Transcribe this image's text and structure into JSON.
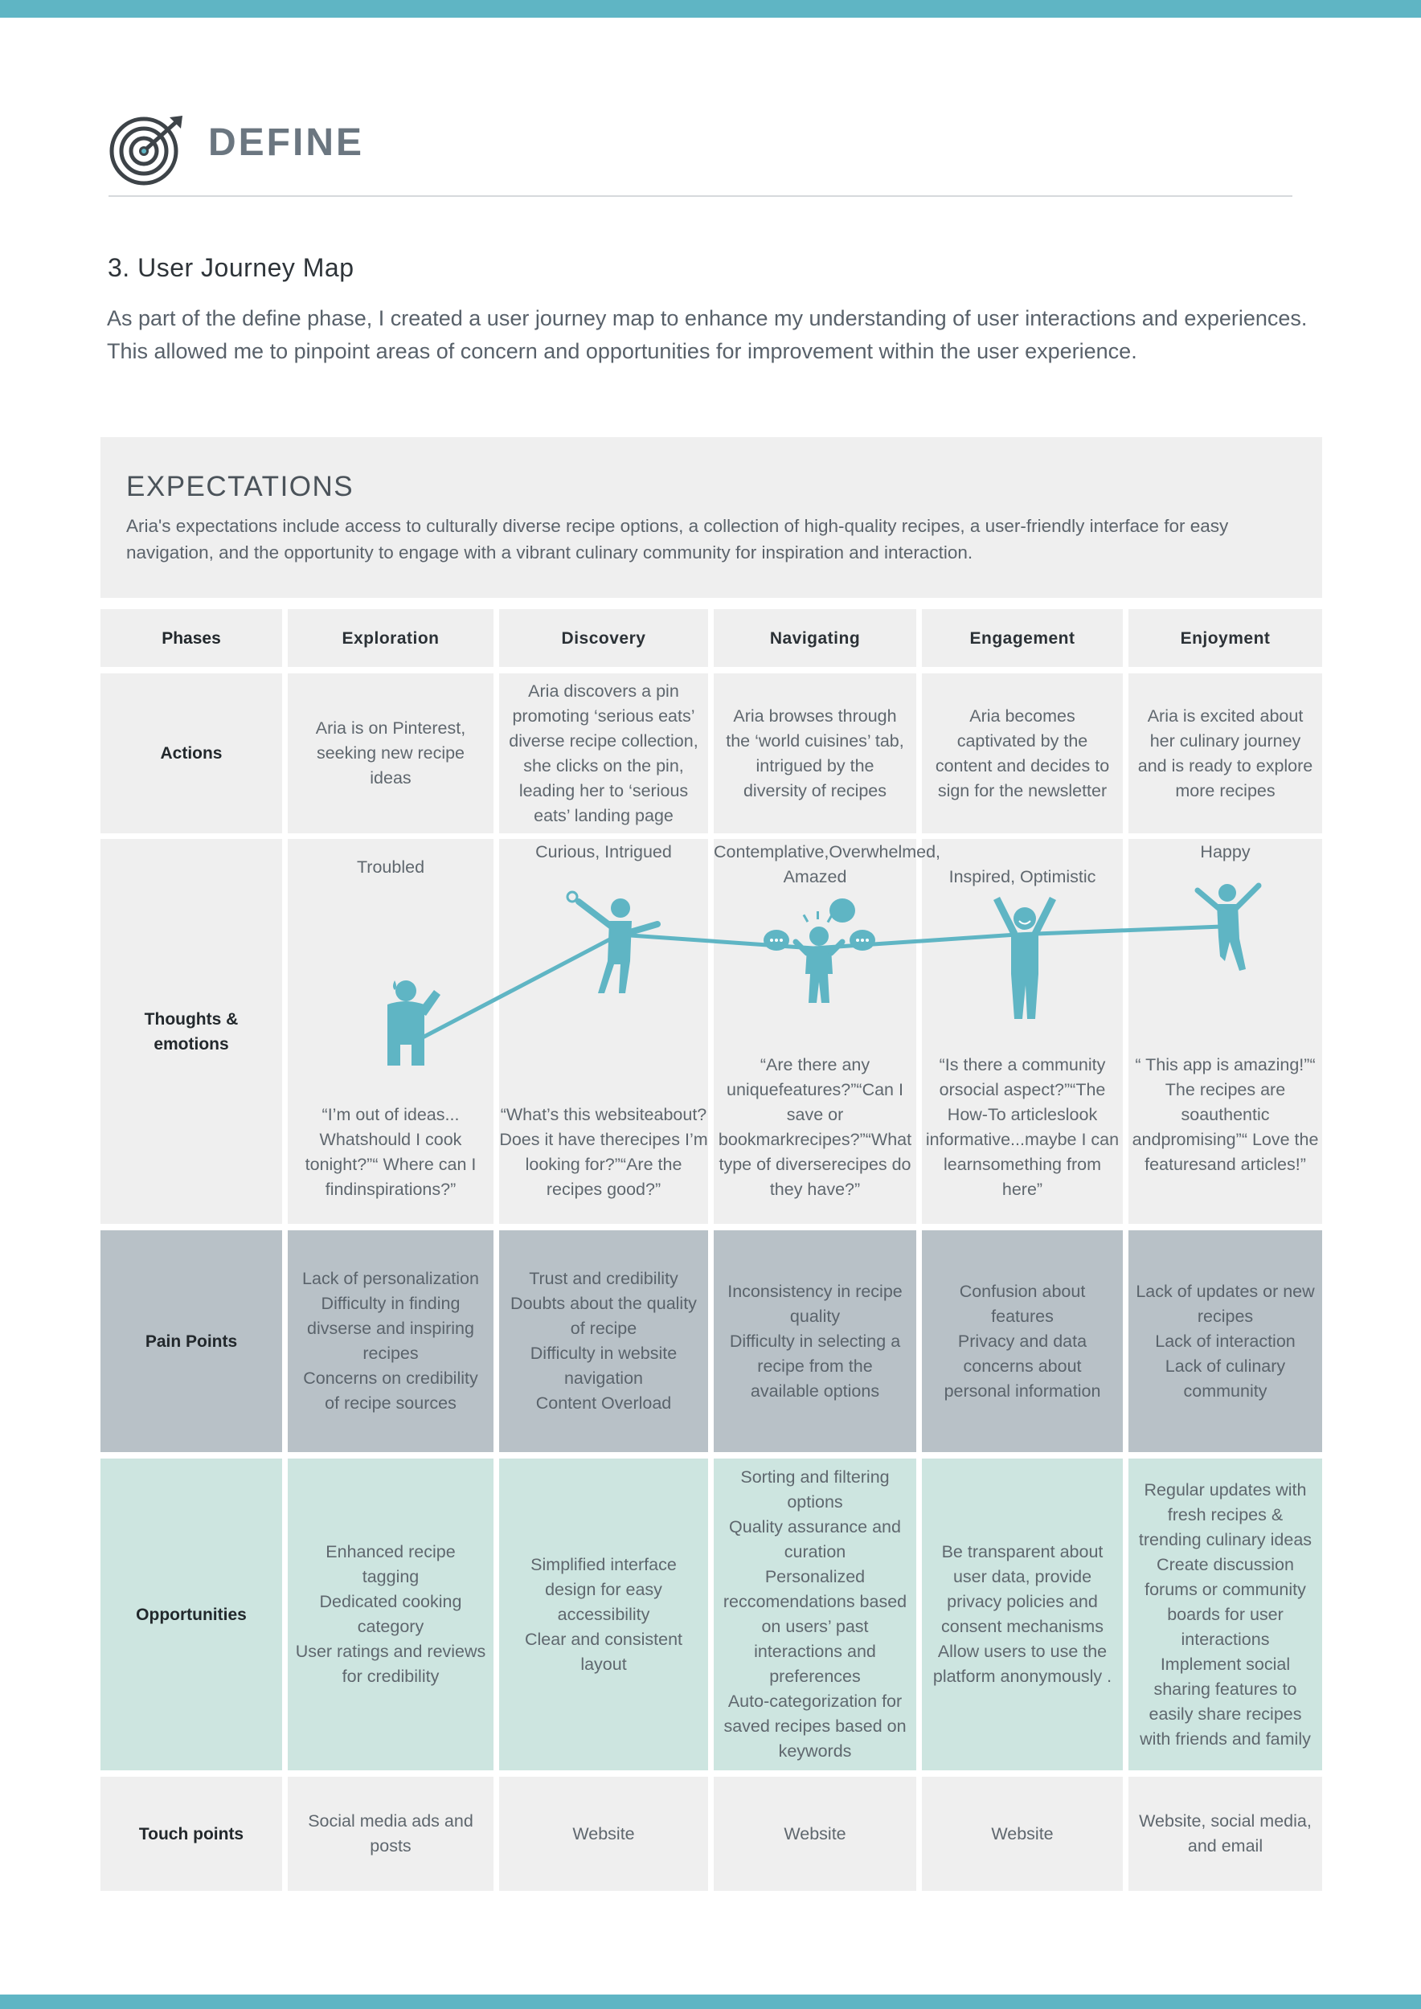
{
  "header": {
    "section": "DEFINE",
    "icon": "target-arrow-icon",
    "accent_color": "#5fb5c4"
  },
  "subtitle": "3. User Journey Map",
  "intro": "As part of the define phase, I created a user journey map to enhance my understanding of user interactions and experiences. This allowed me to pinpoint areas of concern and opportunities for improvement within the user experience.",
  "expectations": {
    "title": "EXPECTATIONS",
    "text": "Aria's expectations include access to culturally diverse recipe options, a collection of high-quality recipes, a user-friendly interface for easy navigation, and the opportunity to engage with a vibrant culinary community for inspiration and interaction."
  },
  "table": {
    "row_headers": {
      "phases": "Phases",
      "actions": "Actions",
      "thoughts": [
        "Thoughts &",
        "emotions"
      ],
      "pain_points": "Pain Points",
      "opportunities": "Opportunities",
      "touch_points": "Touch points"
    },
    "phases": [
      "Exploration",
      "Discovery",
      "Navigating",
      "Engagement",
      "Enjoyment"
    ],
    "actions": [
      [
        "Aria is on Pinterest,",
        "seeking new recipe",
        "ideas"
      ],
      [
        "Aria discovers a pin",
        "promoting ‘serious eats’",
        "diverse recipe collection,",
        "she clicks on the pin,",
        "leading her to ‘serious",
        "eats’ landing page"
      ],
      [
        "Aria browses through",
        "the ‘world cuisines’ tab,",
        "intrigued by the",
        "diversity of recipes"
      ],
      [
        "Aria becomes",
        "captivated by the",
        "content and decides to",
        "sign for the newsletter"
      ],
      [
        "Aria is excited about",
        "her culinary journey",
        "and is ready to explore",
        "more recipes"
      ]
    ],
    "emotions": [
      [
        "Troubled"
      ],
      [
        "Curious, Intrigued"
      ],
      [
        "Contemplative,",
        "Overwhelmed, Amazed"
      ],
      [
        "Inspired, Optimistic"
      ],
      [
        "Happy"
      ]
    ],
    "emotion_figures": [
      "worried-person-icon",
      "curious-person-icon",
      "overwhelmed-person-icon",
      "inspired-person-icon",
      "happy-jumping-person-icon"
    ],
    "quotes": [
      [
        "“I’m out of ideas... What",
        "should I cook tonight?”",
        "“ Where can I find",
        "inspirations?”"
      ],
      [
        "“What’s this website",
        "about? Does it have the",
        "recipes I’m looking for?”",
        "“Are the recipes good?”"
      ],
      [
        "“Are there any unique",
        "features?”",
        "“Can I save or bookmark",
        "recipes?”",
        "“What type of diverse",
        "recipes do they have?”"
      ],
      [
        "“Is there a community or",
        "social aspect?”",
        "“The How-To articles",
        "look informative...",
        "maybe I can learn",
        "something from here”"
      ],
      [
        "“ This app is amazing!”",
        "“ The recipes are so",
        "authentic and",
        "promising”",
        "“ Love the  features",
        "and articles!”"
      ]
    ],
    "pain_points": [
      [
        "Lack of personalization",
        "Difficulty in finding",
        "divserse and inspiring",
        "recipes",
        "Concerns on credibility",
        "of recipe sources"
      ],
      [
        "Trust and credibility",
        "Doubts about the quality",
        "of recipe",
        "Difficulty in website",
        "navigation",
        "Content Overload"
      ],
      [
        "Inconsistency in recipe",
        "quality",
        "Difficulty in selecting a",
        "recipe from the",
        "available options"
      ],
      [
        "Confusion about",
        "features",
        "Privacy and data",
        "concerns about",
        "personal information"
      ],
      [
        "Lack of updates or new",
        "recipes",
        "Lack of interaction",
        "Lack of culinary",
        "community"
      ]
    ],
    "opportunities": [
      [
        "Enhanced recipe",
        "tagging",
        "Dedicated cooking",
        "category",
        "User ratings and reviews",
        "for credibility"
      ],
      [
        "Simplified interface",
        "design for easy",
        "accessibility",
        "Clear and consistent",
        "layout"
      ],
      [
        "Sorting and filtering",
        "options",
        "Quality assurance and",
        "curation",
        "Personalized",
        "reccomendations based",
        "on users’ past",
        "interactions and",
        "preferences",
        "Auto-categorization for",
        "saved recipes based on",
        "keywords"
      ],
      [
        "Be transparent about",
        "user data,  provide",
        "privacy policies and",
        "consent mechanisms",
        "Allow users to use the",
        "platform anonymously ."
      ],
      [
        "Regular updates with",
        "fresh recipes  &",
        "trending culinary ideas",
        "Create discussion",
        "forums or community",
        "boards for user",
        "interactions",
        "Implement social",
        "sharing features to",
        "easily share recipes",
        "with friends and family"
      ]
    ],
    "touch_points": [
      [
        "Social media ads and",
        "posts"
      ],
      [
        "Website"
      ],
      [
        "Website"
      ],
      [
        "Website"
      ],
      [
        "Website, social media,",
        "and email"
      ]
    ],
    "colors": {
      "cell_gray": "#efefef",
      "pain_slate": "#b8c1c7",
      "opportunity_mint": "#cde5e0",
      "figure_teal": "#5fb5c4"
    }
  }
}
